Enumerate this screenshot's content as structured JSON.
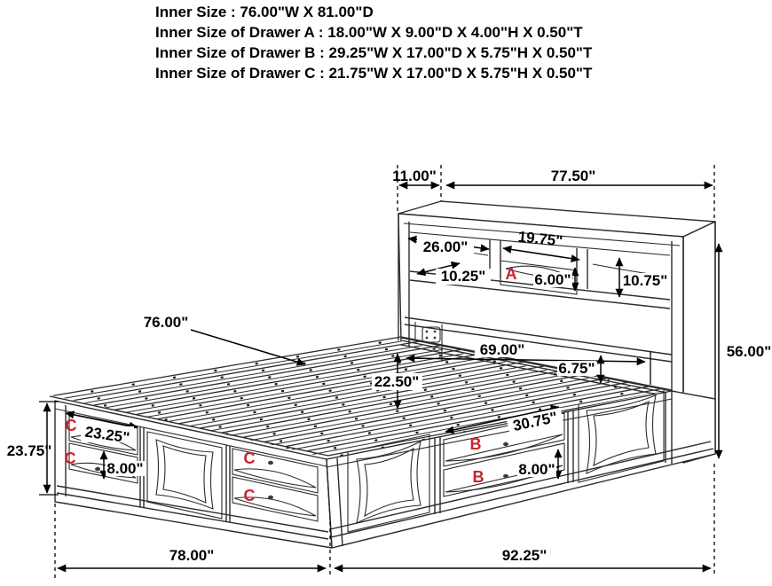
{
  "title_block": {
    "lines": [
      "Inner Size : 76.00\"W X 81.00\"D",
      "Inner Size of Drawer A : 18.00\"W X 9.00\"D X 4.00\"H X 0.50\"T",
      "Inner Size of Drawer B : 29.25\"W X 17.00\"D X 5.75\"H X 0.50\"T",
      "Inner Size of Drawer C : 21.75\"W X 17.00\"D X 5.75\"H X 0.50\"T"
    ]
  },
  "headboard": {
    "depth": "11.00\"",
    "width": "77.50\"",
    "height": "56.00\"",
    "cubby_left_width": "26.00\"",
    "cubby_left_depth": "10.25\"",
    "cubby_center_width": "19.75\"",
    "drawer_a_height": "6.00\"",
    "cubby_right_height": "10.75\""
  },
  "platform": {
    "slat_width": "76.00\"",
    "slat_span": "22.50\"",
    "rail_length": "69.00\"",
    "rail_drop": "6.75\""
  },
  "base": {
    "height": "23.75\"",
    "foot_width": "78.00\"",
    "side_length": "92.25\"",
    "drawer_c_width": "23.25\"",
    "drawer_c_height": "8.00\"",
    "drawer_b_width": "30.75\"",
    "drawer_b_height": "8.00\""
  },
  "drawer_letters": {
    "a": "A",
    "b": "B",
    "c": "C"
  },
  "colors": {
    "line": "#2b2b2b",
    "dimension": "#000000",
    "letter_red": "#c8232c",
    "background": "#ffffff"
  }
}
